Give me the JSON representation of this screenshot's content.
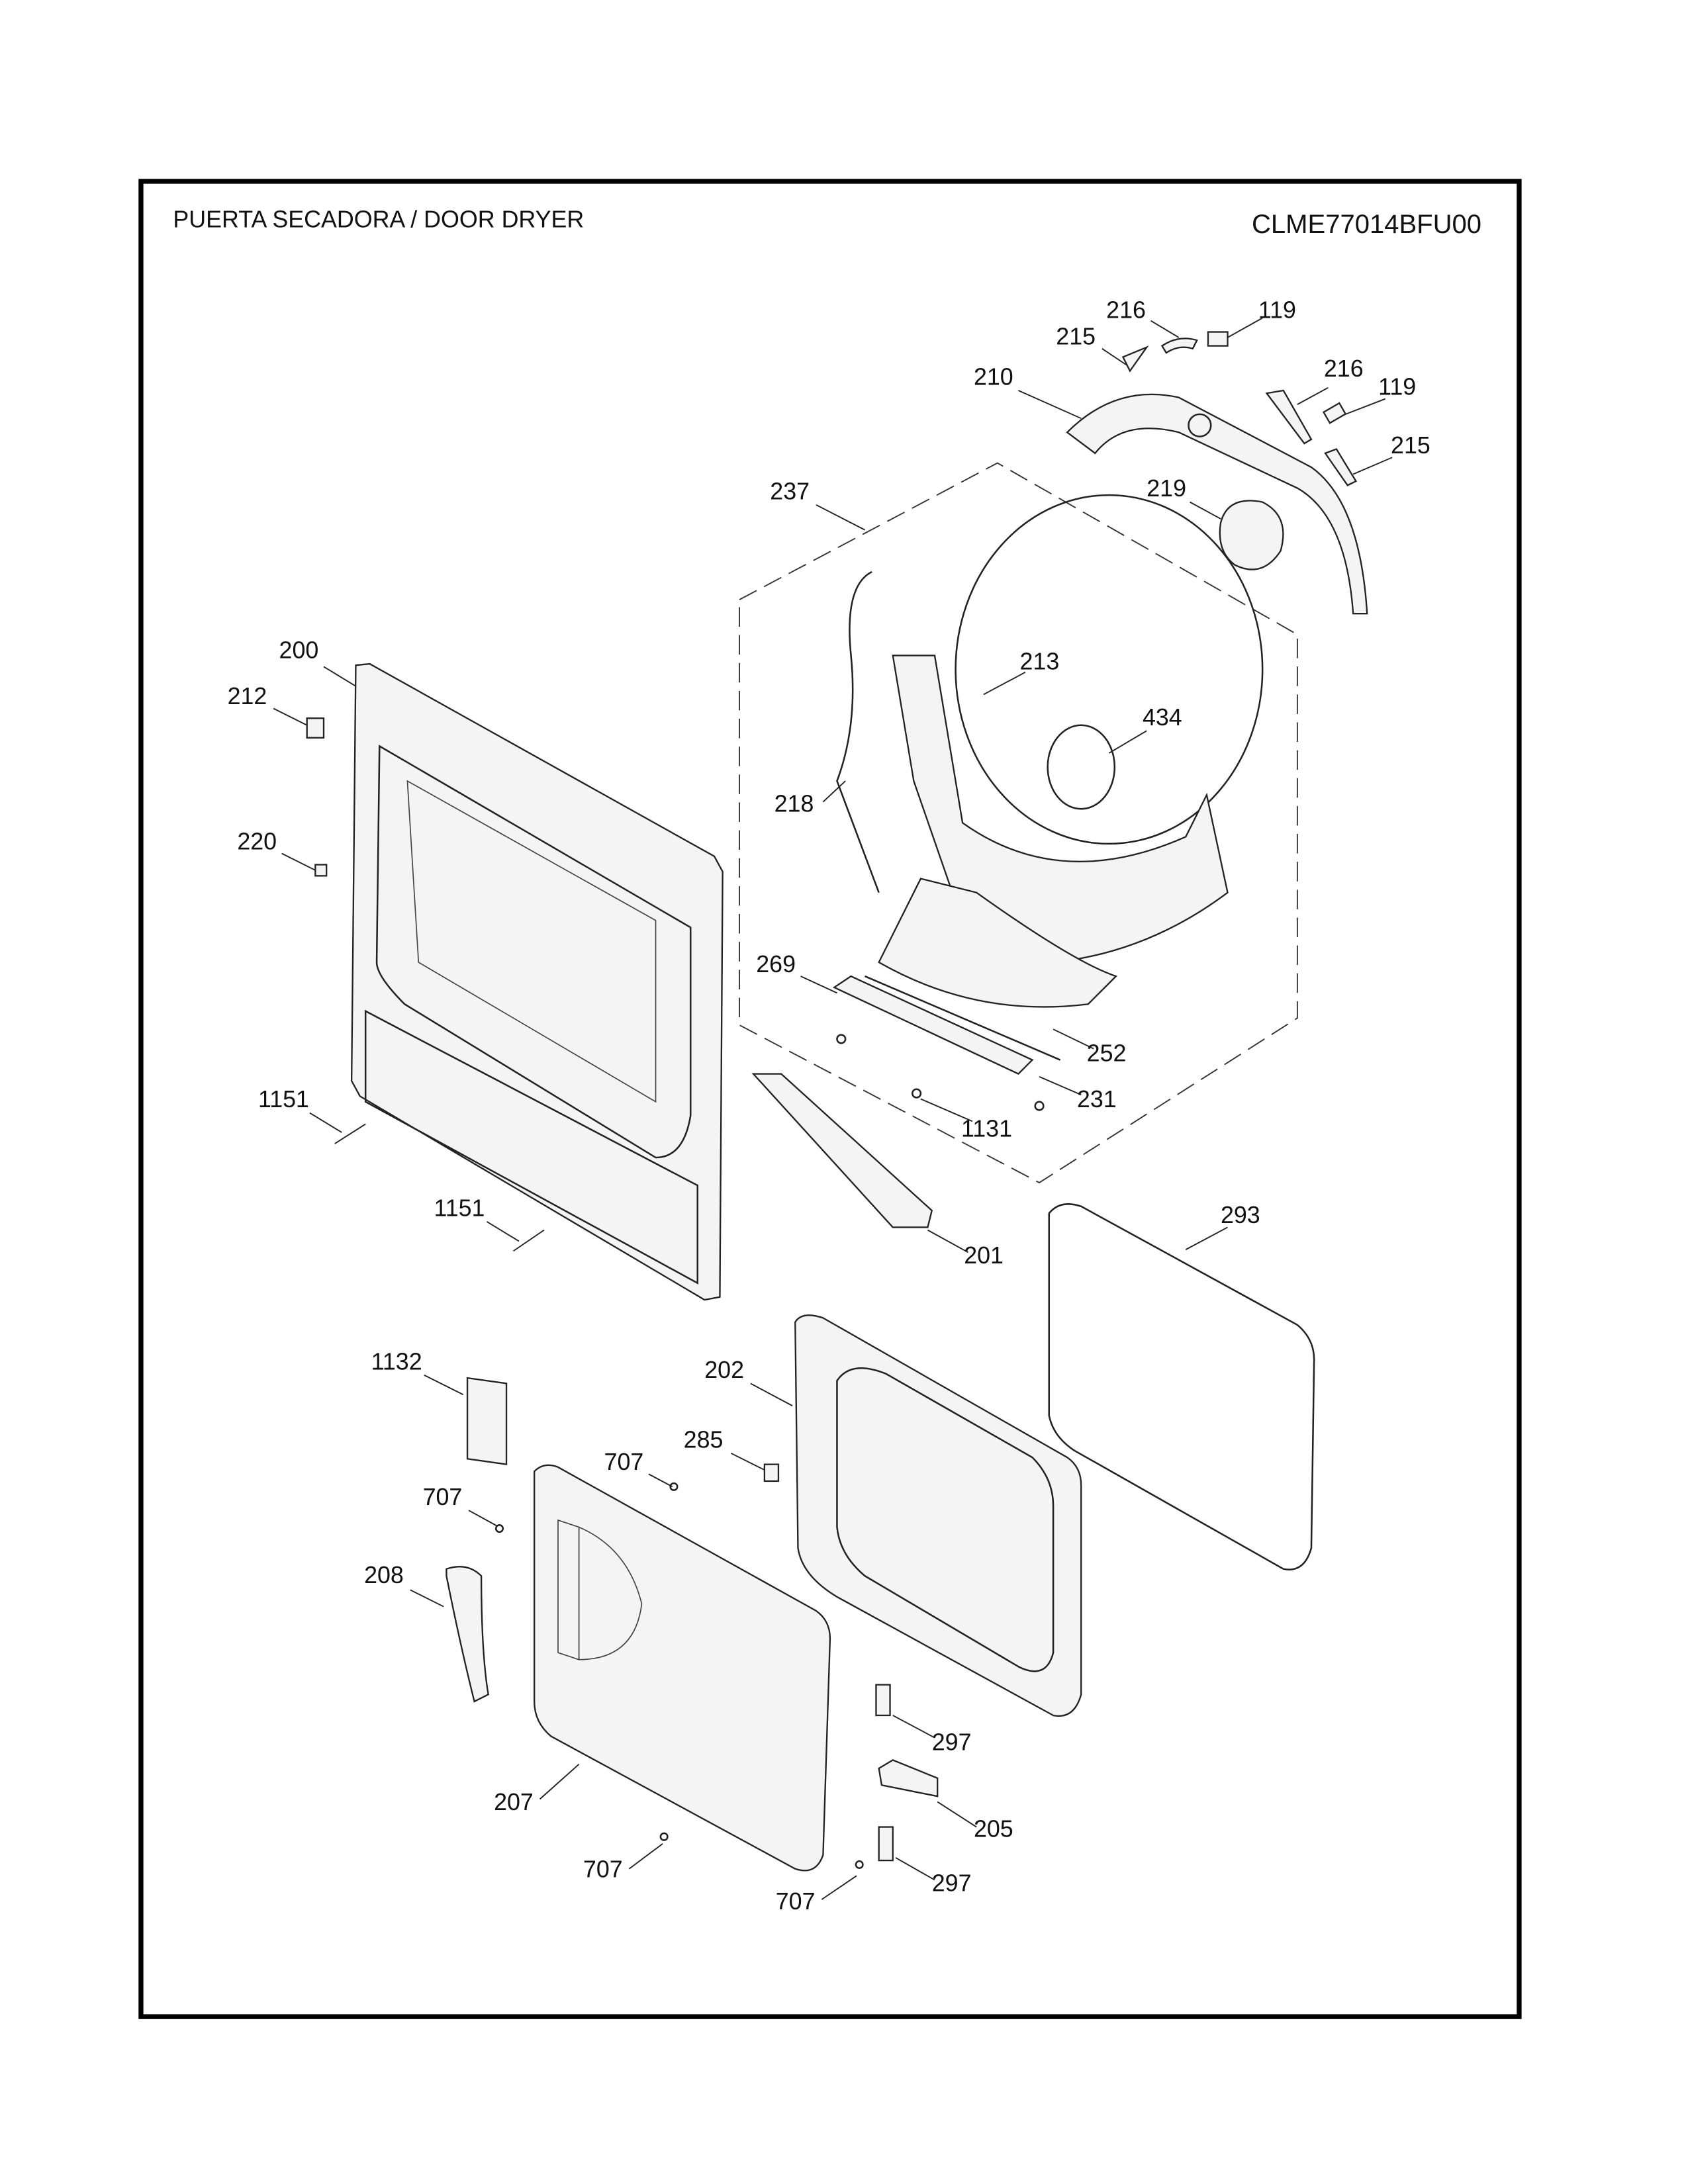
{
  "header": {
    "title": "PUERTA SECADORA / DOOR DRYER",
    "model": "CLME77014BFU00"
  },
  "callouts": [
    "216",
    "215",
    "119",
    "210",
    "216",
    "119",
    "215",
    "237",
    "219",
    "200",
    "212",
    "213",
    "434",
    "218",
    "220",
    "269",
    "252",
    "231",
    "1151",
    "1131",
    "1151",
    "293",
    "201",
    "1132",
    "202",
    "285",
    "707",
    "707",
    "208",
    "297",
    "205",
    "207",
    "707",
    "297",
    "707"
  ]
}
